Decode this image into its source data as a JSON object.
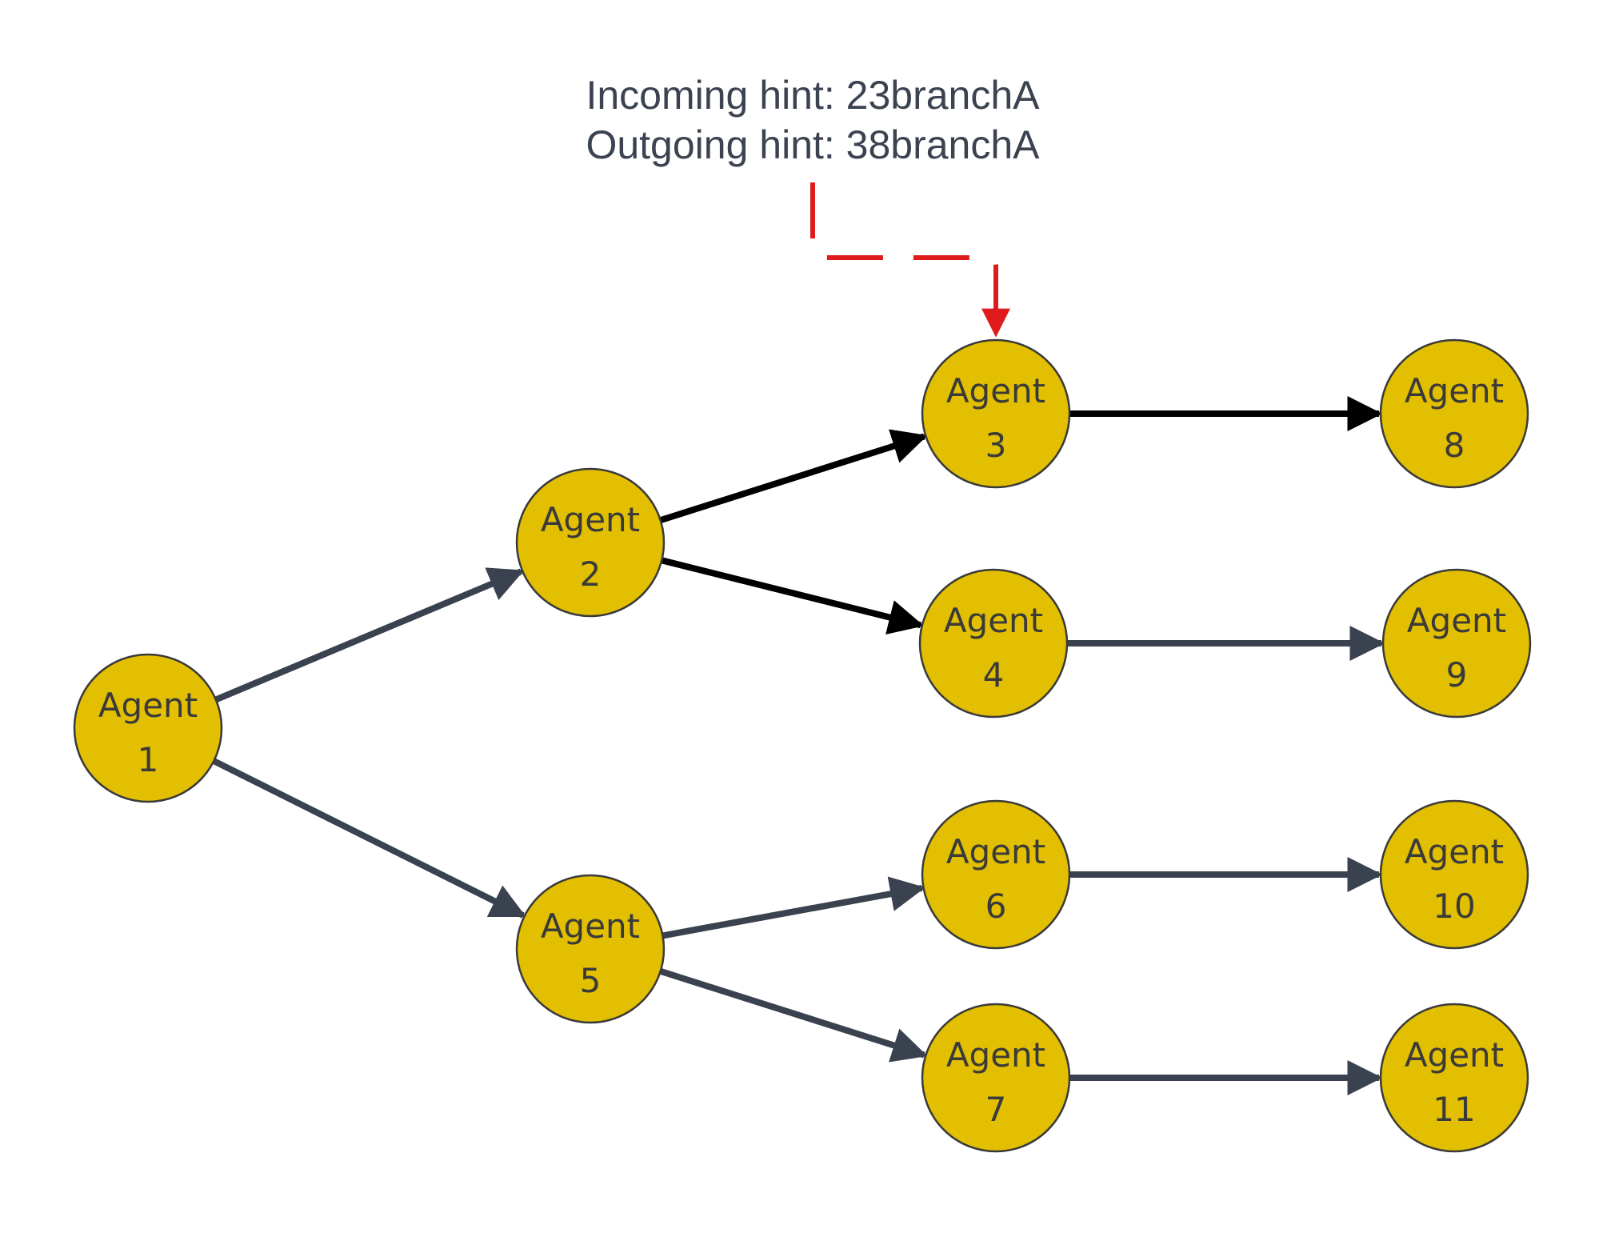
{
  "annotation": {
    "line1": "Incoming hint: 23branchA",
    "line2": "Outgoing hint: 38branchA",
    "target": "a3"
  },
  "colors": {
    "node_fill": "#e2bf00",
    "node_stroke": "#3a3a3a",
    "edge_default": "#3b424f",
    "edge_highlight": "#000000",
    "hint_arrow": "#e01b1b"
  },
  "nodes": [
    {
      "id": "a1",
      "line1": "Agent",
      "line2": "1"
    },
    {
      "id": "a2",
      "line1": "Agent",
      "line2": "2"
    },
    {
      "id": "a3",
      "line1": "Agent",
      "line2": "3"
    },
    {
      "id": "a4",
      "line1": "Agent",
      "line2": "4"
    },
    {
      "id": "a5",
      "line1": "Agent",
      "line2": "5"
    },
    {
      "id": "a6",
      "line1": "Agent",
      "line2": "6"
    },
    {
      "id": "a7",
      "line1": "Agent",
      "line2": "7"
    },
    {
      "id": "a8",
      "line1": "Agent",
      "line2": "8"
    },
    {
      "id": "a9",
      "line1": "Agent",
      "line2": "9"
    },
    {
      "id": "a10",
      "line1": "Agent",
      "line2": "10"
    },
    {
      "id": "a11",
      "line1": "Agent",
      "line2": "11"
    }
  ],
  "edges": [
    {
      "from": "a1",
      "to": "a2",
      "highlight": false
    },
    {
      "from": "a1",
      "to": "a5",
      "highlight": false
    },
    {
      "from": "a2",
      "to": "a3",
      "highlight": true
    },
    {
      "from": "a2",
      "to": "a4",
      "highlight": true
    },
    {
      "from": "a3",
      "to": "a8",
      "highlight": true
    },
    {
      "from": "a4",
      "to": "a9",
      "highlight": false
    },
    {
      "from": "a5",
      "to": "a6",
      "highlight": false
    },
    {
      "from": "a5",
      "to": "a7",
      "highlight": false
    },
    {
      "from": "a6",
      "to": "a10",
      "highlight": false
    },
    {
      "from": "a7",
      "to": "a11",
      "highlight": false
    }
  ]
}
